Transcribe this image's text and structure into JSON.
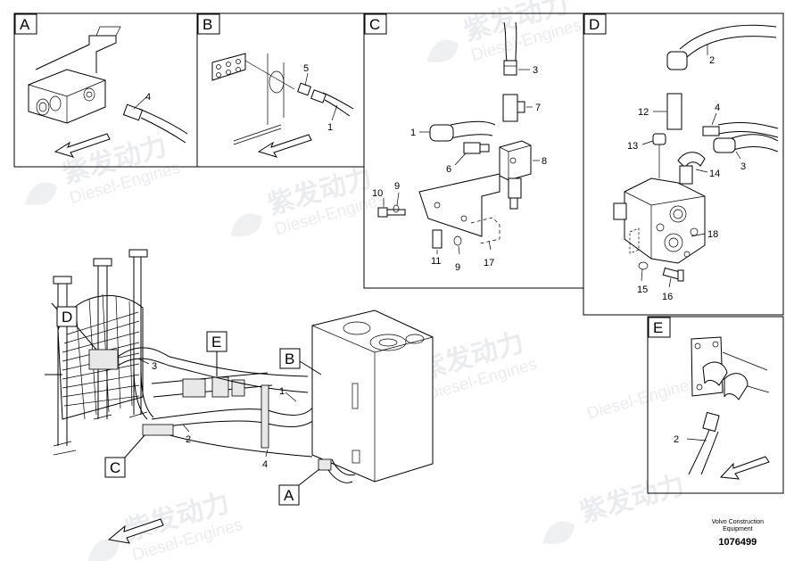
{
  "watermark": {
    "chinese": "紫发动力",
    "english": "Diesel-Engines"
  },
  "panels": [
    {
      "id": "A",
      "label": "A",
      "callouts": [
        "4"
      ]
    },
    {
      "id": "B",
      "label": "B",
      "callouts": [
        "5",
        "1"
      ]
    },
    {
      "id": "C",
      "label": "C",
      "callouts": [
        "3",
        "7",
        "1",
        "6",
        "8",
        "10",
        "9",
        "11",
        "9",
        "17"
      ]
    },
    {
      "id": "D",
      "label": "D",
      "callouts": [
        "2",
        "12",
        "4",
        "13",
        "3",
        "14",
        "18",
        "15",
        "16"
      ]
    },
    {
      "id": "E",
      "label": "E",
      "callouts": [
        "2"
      ]
    }
  ],
  "main": {
    "detail_tags": [
      "D",
      "E",
      "B",
      "C",
      "A"
    ],
    "callouts": [
      "3",
      "1",
      "2",
      "4"
    ]
  },
  "footer": {
    "company_line1": "Volvo Construction",
    "company_line2": "Equipment",
    "drawing_number": "1076499"
  }
}
